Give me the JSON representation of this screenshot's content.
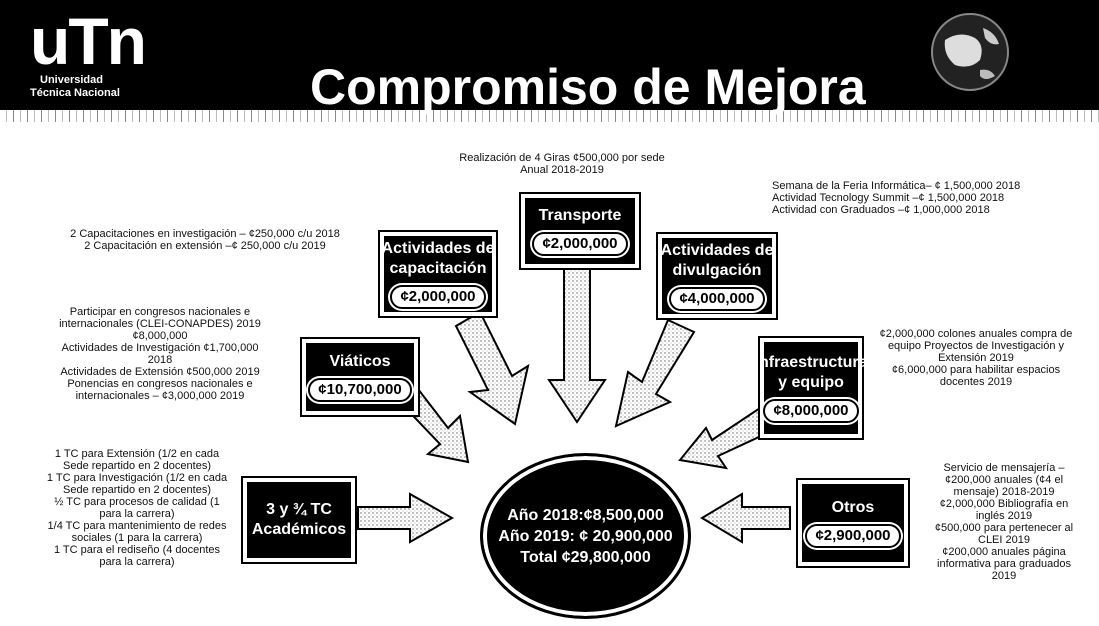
{
  "header": {
    "logo_mark": "uTn",
    "logo_line1": "Universidad",
    "logo_line2": "Técnica Nacional",
    "title": "Compromiso de Mejora"
  },
  "notes": {
    "top_center": [
      "Realización de 4 Giras ¢500,000 por sede",
      "Anual 2018-2019"
    ],
    "top_left": [
      "2 Capacitaciones en investigación – ¢250,000 c/u 2018",
      "2 Capacitación en extensión –¢ 250,000 c/u 2019"
    ],
    "top_right": [
      "Semana de la Feria Informática– ¢ 1,500,000 2018",
      "Actividad Tecnology Summit –¢ 1,500,000 2018",
      "Actividad con Graduados –¢ 1,000,000 2018"
    ],
    "mid_left": [
      "Participar en congresos nacionales e",
      "internacionales (CLEI-CONAPDES) 2019",
      "¢8,000,000",
      "Actividades de Investigación ¢1,700,000",
      "2018",
      "Actividades de Extensión ¢500,000 2019",
      "Ponencias en congresos nacionales e",
      "internacionales – ¢3,000,000 2019"
    ],
    "mid_right": [
      "¢2,000,000 colones anuales compra de",
      "equipo Proyectos de Investigación y",
      "Extensión 2019",
      "¢6,000,000 para habilitar espacios",
      "docentes 2019"
    ],
    "bottom_left": [
      "1 TC para Extensión (1/2 en cada",
      "Sede repartido en 2 docentes)",
      "1 TC para Investigación (1/2 en cada",
      "Sede repartido en 2 docentes)",
      "½ TC para procesos de calidad (1",
      "para la carrera)",
      "1/4 TC para mantenimiento de redes",
      "sociales (1 para la carrera)",
      "1 TC para el rediseño (4 docentes",
      "para la carrera)"
    ],
    "bottom_right": [
      "Servicio de mensajería –",
      "¢200,000 anuales (¢4 el",
      "mensaje) 2018-2019",
      "¢2,000,000 Bibliografía en",
      "inglés 2019",
      "¢500,000 para pertenecer al",
      "CLEI 2019",
      "¢200,000 anuales página",
      "informativa para graduados",
      "2019"
    ]
  },
  "boxes": {
    "capacitacion": {
      "label": "Actividades de capacitación",
      "amount": "¢2,000,000"
    },
    "transporte": {
      "label": "Transporte",
      "amount": "¢2,000,000"
    },
    "actividades": {
      "label": "Actividades de divulgación",
      "amount": "¢4,000,000"
    },
    "viaticos": {
      "label": "Viáticos",
      "amount": "¢10,700,000"
    },
    "infraestructura": {
      "label": "Infraestructura y equipo",
      "amount": "¢8,000,000"
    },
    "academicos": {
      "label": "3 y ¾ TC Académicos",
      "amount": ""
    },
    "otros": {
      "label": "Otros",
      "amount": "¢2,900,000"
    }
  },
  "center": {
    "line1": "Año 2018:¢8,500,000",
    "line2": "Año 2019: ¢ 20,900,000",
    "line3": "Total ¢29,800,000"
  }
}
